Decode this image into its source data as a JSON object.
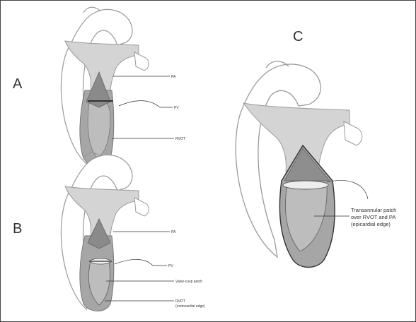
{
  "panels": {
    "a": {
      "letter": "A",
      "labels": {
        "pa": "PA",
        "pv": "PV",
        "rvot": "RVOT"
      }
    },
    "b": {
      "letter": "B",
      "labels": {
        "pa": "PA",
        "pv": "PV",
        "patch": "Valve-cusp patch",
        "rvot_line1": "RVOT",
        "rvot_line2": "(endocardial edge)"
      }
    },
    "c": {
      "letter": "C",
      "labels": {
        "line1": "Transannular patch",
        "line2": "over RVOT and PA",
        "line3": "(epicardial edge)"
      }
    }
  },
  "colors": {
    "vessel": "#d4d4d4",
    "outline": "#9a9a9a",
    "rv": "#a6a6a6",
    "rv_dark": "#777777",
    "cusp": "#bdbdbd",
    "line": "#333333"
  }
}
